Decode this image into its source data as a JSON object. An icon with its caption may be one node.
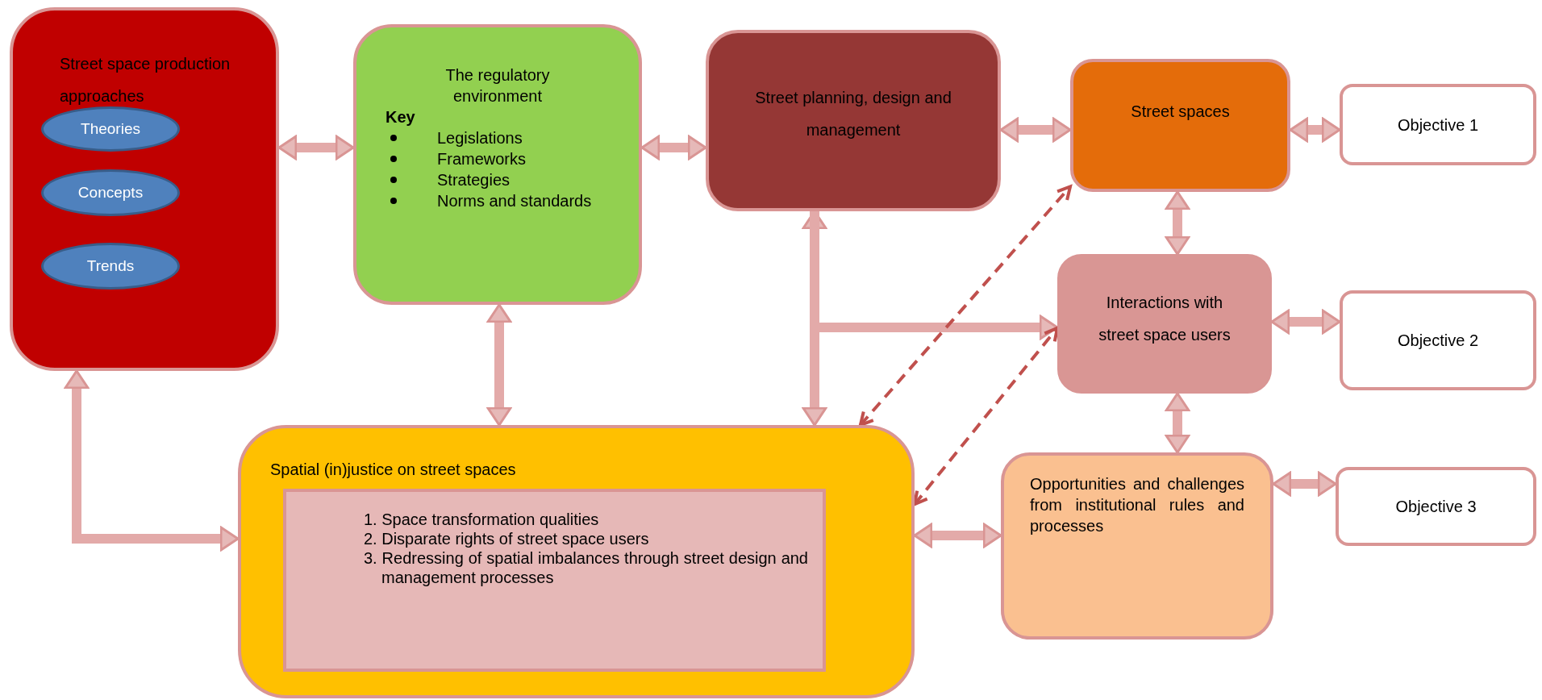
{
  "diagram": {
    "nodes": [
      {
        "text": [
          "Street space production approaches"
        ]
      },
      {
        "text": [
          "Theories"
        ],
        "in": 0
      },
      {
        "text": [
          "Concepts"
        ],
        "in": 0
      },
      {
        "text": [
          "Trends"
        ],
        "in": 0
      },
      {
        "text": [
          "The regulatory environment",
          "Key",
          "Legislations",
          "Frameworks",
          "Strategies",
          "Norms and standards"
        ]
      },
      {
        "text": [
          "Street planning, design and management"
        ]
      },
      {
        "text": [
          "Street spaces"
        ]
      },
      {
        "text": [
          "Objective 1"
        ]
      },
      {
        "text": [
          "Interactions with street space users"
        ]
      },
      {
        "text": [
          "Objective 2"
        ]
      },
      {
        "text": [
          "Spatial (in)justice on street spaces"
        ]
      },
      {
        "text": [
          "1. Space transformation qualities",
          "2. Disparate rights of street space users",
          "3. Redressing of spatial imbalances through street design and management processes"
        ],
        "in": 10
      },
      {
        "text": [
          "Opportunities and challenges from institutional rules and processes"
        ]
      },
      {
        "text": [
          "Objective 3"
        ]
      }
    ],
    "edges": [
      {
        "from": 0,
        "to": 4,
        "arrow": "both"
      },
      {
        "from": 4,
        "to": 5,
        "arrow": "both"
      },
      {
        "from": 5,
        "to": 6,
        "arrow": "both"
      },
      {
        "from": 6,
        "to": 7,
        "arrow": "both"
      },
      {
        "from": 6,
        "to": 8,
        "arrow": "both"
      },
      {
        "from": 8,
        "to": 9,
        "arrow": "both"
      },
      {
        "from": 4,
        "to": 10,
        "arrow": "both"
      },
      {
        "from": 5,
        "to": 10,
        "arrow": "both"
      },
      {
        "from": 5,
        "to": 8,
        "arrow": "to"
      },
      {
        "from": 0,
        "to": 10,
        "arrow": "both"
      },
      {
        "from": 8,
        "to": 12,
        "arrow": "both"
      },
      {
        "from": 12,
        "to": 13,
        "arrow": "both"
      },
      {
        "from": 10,
        "to": 12,
        "arrow": "both"
      },
      {
        "from": 10,
        "to": 6,
        "arrow": "both",
        "style": "dashed",
        "color": "#c0504d"
      },
      {
        "from": 10,
        "to": 8,
        "arrow": "both",
        "style": "dashed",
        "color": "#c0504d"
      }
    ]
  }
}
